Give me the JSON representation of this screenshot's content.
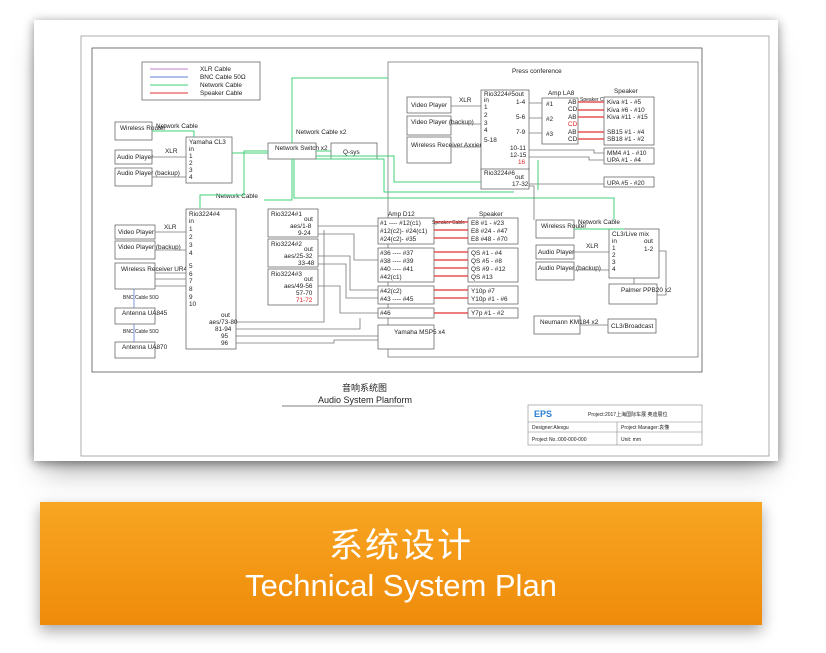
{
  "banner": {
    "title_cn": "系统设计",
    "title_en": "Technical System Plan"
  },
  "diagram": {
    "legend": [
      "XLR Cable",
      "BNC Cable 50Ω",
      "Network Cable",
      "Speaker Cable"
    ],
    "title_cn": "音响系统图",
    "title_en": "Audio System Planform",
    "brand": "EPS",
    "project": "Project:2017上海国际车展 奥迪展位",
    "designer": "Designer:Alexgu",
    "manager": "Project Manager:袁懂",
    "project_no": "Project No.:000-000-000",
    "unit": "Unit: mm",
    "press": "Press conference",
    "rio5": {
      "name": "Rio3224#5",
      "in": "in",
      "out": "out",
      "in_ports": [
        "1",
        "2",
        "3",
        "4",
        "5-18"
      ],
      "out_ports": [
        "1-4",
        "5-6",
        "7-9",
        "10-11",
        "12-15",
        "16"
      ]
    },
    "rio6": {
      "name": "Rio3224#6",
      "out": "out",
      "ports": [
        "17-32"
      ]
    },
    "press_sources": [
      "Video Player",
      "Video Player (backup)",
      "Wireless Receiver Axxient"
    ],
    "amp_la8": {
      "name": "Amp LA8",
      "ch": [
        "#1",
        "#2",
        "#3"
      ],
      "ab": [
        "AB",
        "CD",
        "AB",
        "CD",
        "AB",
        "CD"
      ]
    },
    "speaker_label": "Speaker",
    "speaker_cable": "Speaker Cable",
    "la8_speakers": [
      "Kiva #1 - #5",
      "Kiva #6 - #10",
      "Kiva #11 - #15",
      "SB15 #1 - #4",
      "SB18 #1 - #2",
      "MM4 #1 - #10",
      "UPA #1 - #4",
      "UPA #5 - #20"
    ],
    "router": "Wireless Router",
    "network_cable": "Network Cable",
    "network_cable_x2": "Network Cable x2",
    "xlr": "XLR",
    "yamaha_cl3": {
      "name": "Yamaha CL3",
      "ports": [
        "in",
        "1",
        "2",
        "3",
        "4"
      ]
    },
    "net_switch": "Network Switch x2",
    "qsys": "Q-sys",
    "audio_player": "Audio Player",
    "audio_player_backup": "Audio Player (backup)",
    "rio4": {
      "name": "Rio3224#4",
      "in": "in",
      "in_ports": [
        "1",
        "2",
        "3",
        "4",
        "5",
        "6",
        "7",
        "8",
        "9",
        "10"
      ],
      "out": "out",
      "out_ports": [
        "aes/73-80",
        "81-94",
        "95",
        "96"
      ]
    },
    "rio4_sources": [
      "Video Player",
      "Video Player (backup)",
      "Wireless Receiver UR4D"
    ],
    "bnc1": "BNC Cable 50Ω",
    "bnc2": "BNC Cable 50Ω",
    "antenna1": "Antenna UA845",
    "antenna2": "Antenna UA870",
    "rio1": {
      "name": "Rio3224#1",
      "out": "out",
      "ports": [
        "aes/1-8",
        "9-24"
      ]
    },
    "rio2": {
      "name": "Rio3224#2",
      "out": "out",
      "ports": [
        "aes/25-32",
        "33-48"
      ]
    },
    "rio3": {
      "name": "Rio3224#3",
      "out": "out",
      "ports": [
        "aes/49-56",
        "57-70",
        "71-72"
      ]
    },
    "amp_d12": {
      "name": "Amp D12",
      "rows": [
        "#1 ---- #12(c1)",
        "#12(c2)- #24(c1)",
        "#24(c2)- #35",
        "#36 ---- #37",
        "#38 ---- #39",
        "#40 ---- #41",
        "#42(c1)",
        "#42(c2)",
        "#43 ---- #45",
        "#46"
      ]
    },
    "d12_speakers": [
      "E8 #1 - #23",
      "E8 #24 - #47",
      "E8 #48 - #70",
      "QS #1 - #4",
      "QS #5 - #8",
      "QS #9 - #12",
      "QS #13",
      "Y10p #7",
      "Y10p #1 - #6",
      "Y7p #1 - #2"
    ],
    "yamaha_msp5": "Yamaha MSP5 x4",
    "cl3_live": {
      "name": "CL3/Live mix",
      "in": "in",
      "out": "out",
      "in_ports": [
        "1",
        "2",
        "3",
        "4"
      ],
      "out_ports": [
        "1-2"
      ]
    },
    "palmer": "Palmer PPB20 x2",
    "neumann": "Neumann KM184 x2",
    "broadcast": "CL3/Broadcast"
  },
  "colors": {
    "banner_top": "#f8a623",
    "banner_bottom": "#ef8b0a",
    "network": "#3fd07a",
    "speaker": "#e03030",
    "brand": "#2b7fd1"
  }
}
